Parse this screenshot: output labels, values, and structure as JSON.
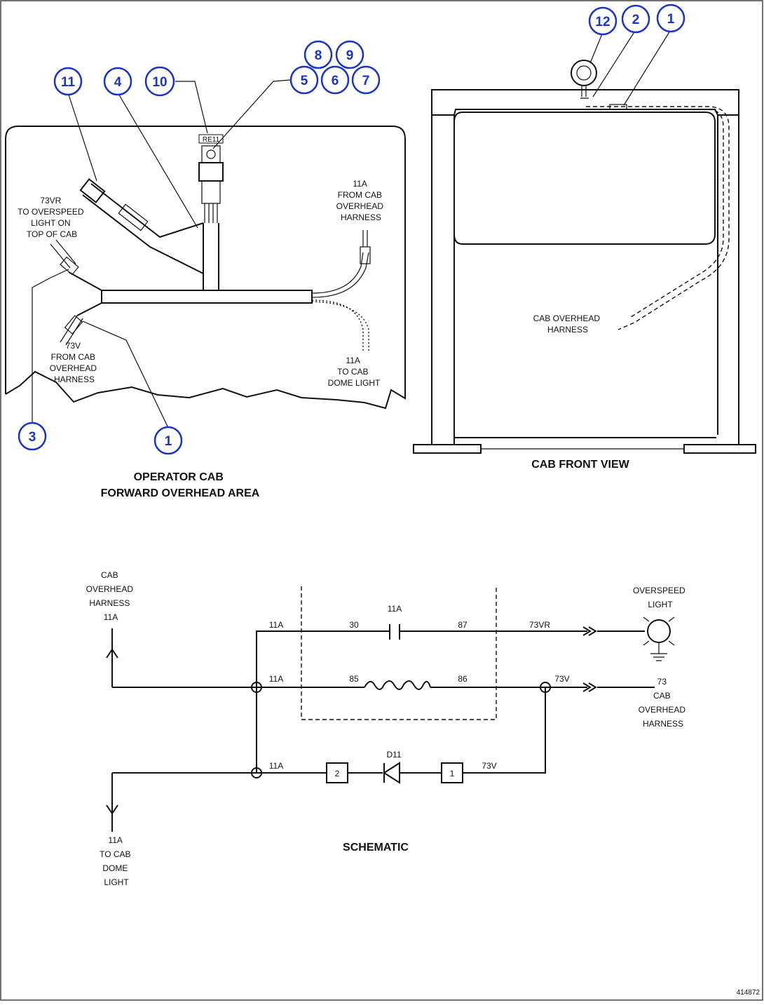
{
  "callouts": {
    "c12": "12",
    "c2": "2",
    "c1a": "1",
    "c8": "8",
    "c9": "9",
    "c5": "5",
    "c6": "6",
    "c7": "7",
    "c11": "11",
    "c4": "4",
    "c10": "10",
    "c3": "3",
    "c1b": "1"
  },
  "cab_area": {
    "relay_tag": "RE11",
    "label_73vr": [
      "73VR",
      "TO OVERSPEED",
      "LIGHT ON",
      "TOP OF CAB"
    ],
    "label_11a_from": [
      "11A",
      "FROM CAB",
      "OVERHEAD",
      "HARNESS"
    ],
    "label_73v_from": [
      "73V",
      "FROM CAB",
      "OVERHEAD",
      "HARNESS"
    ],
    "label_11a_to": [
      "11A",
      "TO CAB",
      "DOME LIGHT"
    ],
    "title": [
      "OPERATOR CAB",
      "FORWARD OVERHEAD AREA"
    ]
  },
  "front_view": {
    "harness_label": [
      "CAB OVERHEAD",
      "HARNESS"
    ],
    "title": "CAB FRONT VIEW"
  },
  "schematic": {
    "cab_harness": [
      "CAB",
      "OVERHEAD",
      "HARNESS",
      "11A"
    ],
    "wire_11a_top": "11A",
    "pin_30": "30",
    "relay_name": "11A",
    "pin_87": "87",
    "wire_73vr": "73VR",
    "overspeed": [
      "OVERSPEED",
      "LIGHT"
    ],
    "wire_11a_mid": "11A",
    "pin_85": "85",
    "pin_86": "86",
    "wire_73v_mid": "73V",
    "harness_73": [
      "73",
      "CAB",
      "OVERHEAD",
      "HARNESS"
    ],
    "wire_11a_low": "11A",
    "box_2": "2",
    "diode": "D11",
    "box_1": "1",
    "wire_73v_low": "73V",
    "dome": [
      "11A",
      "TO CAB",
      "DOME",
      "LIGHT"
    ],
    "title": "SCHEMATIC"
  },
  "figure_id": "414872"
}
